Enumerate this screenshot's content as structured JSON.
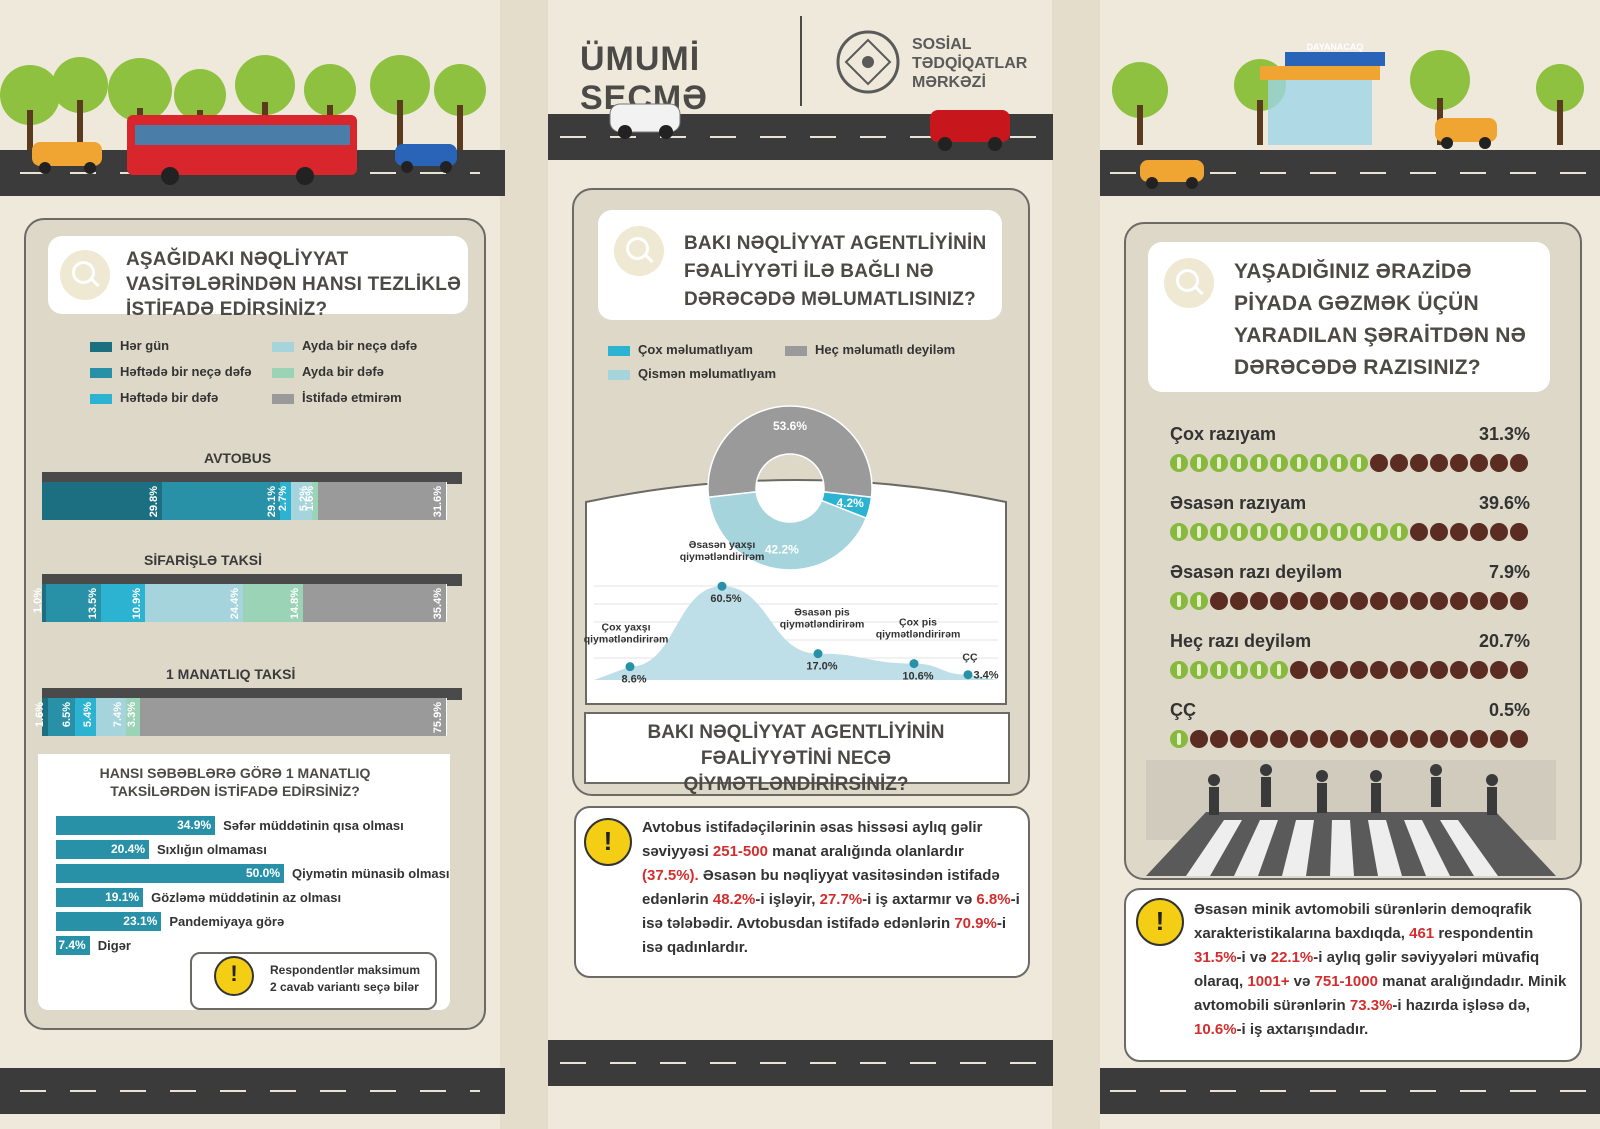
{
  "header": {
    "title": "ÜMUMİ SEÇMƏ",
    "org_line1": "SOSİAL",
    "org_line2": "TƏDQİQATLAR",
    "org_line3": "MƏRKƏZİ",
    "bus_stop_sign": "DAYANACAQ"
  },
  "left": {
    "question": "AŞAĞIDAKI NƏQLİYYAT VASİTƏLƏRİNDƏN HANSI TEZLİKLƏ İSTİFADƏ EDİRSİNİZ?",
    "legend": [
      "Hər gün",
      "Həftədə bir neçə dəfə",
      "Həftədə bir dəfə",
      "Ayda bir neçə dəfə",
      "Ayda bir dəfə",
      "İstifadə etmirəm"
    ],
    "colors": [
      "#1b6f80",
      "#2891a8",
      "#2bb3d1",
      "#a5d4dc",
      "#9ad3b5",
      "#9a9a9a"
    ],
    "reasons_question": "HANSI SƏBƏBLƏRƏ GÖRƏ 1 MANATLIQ TAKSİLƏRDƏN İSTİFADƏ EDİRSİNİZ?",
    "note": "Respondentlər maksimum 2 cavab variantı seçə bilər"
  },
  "middle": {
    "question": "BAKI NƏQLİYYAT AGENTLİYİNİN FƏALİYYƏTİ İLƏ BAĞLI NƏ DƏRƏCƏDƏ MƏLUMATLISINIZ?",
    "legend": [
      "Çox məlumatlıyam",
      "Heç məlumatlı deyiləm",
      "Qismən məlumatlıyam"
    ],
    "legend_colors": [
      "#2bb3d1",
      "#9a9a9a",
      "#a5d4dc"
    ],
    "rating_question": "BAKI NƏQLİYYAT AGENTLİYİNİN FƏALİYYƏTİNİ NECƏ QİYMƏTLƏNDİRİRSİNİZ?",
    "note": {
      "p1": "Avtobus istifadəçilərinin əsas hissəsi aylıq gəlir səviyyəsi",
      "r1": "251-500",
      "p2": "manat aralığında olanlardır",
      "r2": "(37.5%).",
      "p3": "Əsasən bu nəqliyyat vasitəsindən istifadə edənlərin",
      "r3": "48.2%",
      "p4": "-i işləyir,",
      "r4": "27.7%",
      "p5": "-i iş axtarmır və",
      "r5": "6.8%",
      "p6": "-i isə tələbədir. Avtobusdan istifadə edənlərin",
      "r6": "70.9%",
      "p7": "-i isə qadınlardır."
    }
  },
  "right": {
    "question": "YAŞADIĞINIZ ƏRAZİDƏ PİYADA GƏZMƏK ÜÇÜN YARADILAN ŞƏRAİTDƏN NƏ DƏRƏCƏDƏ RAZISINIZ?",
    "note": {
      "p1": "Əsasən minik avtomobili sürənlərin demoqrafik xarakteristikalarına baxdıqda,",
      "r1": "461",
      "p2": "respondentin",
      "r2": "31.5%",
      "p3": "-i və",
      "r3": "22.1%",
      "p4": "-i aylıq gəlir səviyyələri müvafiq olaraq,",
      "r4": "1001+",
      "p5": "və",
      "r5": "751-1000",
      "p6": "manat aralığındadır. Minik avtomobili sürənlərin",
      "r6": "73.3%",
      "p7": "-i hazırda işləsə də,",
      "r7": "10.6%",
      "p8": "-i iş axtarışındadır."
    }
  },
  "chart_data": [
    {
      "type": "bar",
      "stacked": true,
      "categories": [
        "AVTOBUS",
        "SİFARİŞLƏ TAKSİ",
        "1 MANATLIQ TAKSİ"
      ],
      "series": [
        {
          "name": "Hər gün",
          "values": [
            29.8,
            1.0,
            1.6
          ],
          "labels": [
            "29.8%",
            "1.0%",
            "1.6%"
          ]
        },
        {
          "name": "Həftədə bir neçə dəfə",
          "values": [
            29.1,
            13.5,
            6.5
          ],
          "labels": [
            "29.1%",
            "13.5%",
            "6.5%"
          ]
        },
        {
          "name": "Həftədə bir dəfə",
          "values": [
            2.7,
            10.9,
            5.4
          ],
          "labels": [
            "2.7%",
            "10.9%",
            "5.4%"
          ]
        },
        {
          "name": "Ayda bir neçə dəfə",
          "values": [
            5.2,
            24.4,
            7.4
          ],
          "labels": [
            "5.2%",
            "24.4%",
            "7.4%"
          ]
        },
        {
          "name": "Ayda bir dəfə",
          "values": [
            1.6,
            14.8,
            3.3
          ],
          "labels": [
            "1.6%",
            "14.8%",
            "3.3%"
          ]
        },
        {
          "name": "İstifadə etmirəm",
          "values": [
            31.6,
            35.4,
            75.9
          ],
          "labels": [
            "31.6%",
            "35.4%",
            "75.9%"
          ]
        }
      ]
    },
    {
      "type": "bar",
      "categories": [
        "Səfər müddətinin qısa olması",
        "Sıxlığın olmaması",
        "Qiymətin münasib olması",
        "Gözləmə müddətinin az olması",
        "Pandemiyaya görə",
        "Digər"
      ],
      "values": [
        34.9,
        20.4,
        50.0,
        19.1,
        23.1,
        7.4
      ],
      "value_labels": [
        "34.9%",
        "20.4%",
        "50.0%",
        "19.1%",
        "23.1%",
        "7.4%"
      ]
    },
    {
      "type": "pie",
      "categories": [
        "Heç məlumatlı deyiləm",
        "Çox məlumatlıyam",
        "Qismən məlumatlıyam"
      ],
      "values": [
        53.6,
        4.2,
        42.2
      ],
      "value_labels": [
        "53.6%",
        "4.2%",
        "42.2%"
      ]
    },
    {
      "type": "area",
      "categories": [
        [
          "Çox yaxşı",
          "qiymətləndirirəm"
        ],
        [
          "Əsasən yaxşı",
          "qiymətləndirirəm"
        ],
        [
          "Əsasən pis",
          "qiymətləndirirəm"
        ],
        [
          "Çox pis",
          "qiymətləndirirəm"
        ],
        [
          "ÇÇ"
        ]
      ],
      "values": [
        8.6,
        60.5,
        17.0,
        10.6,
        3.4
      ],
      "value_labels": [
        "8.6%",
        "60.5%",
        "17.0%",
        "10.6%",
        "3.4%"
      ]
    },
    {
      "type": "bar",
      "categories": [
        "Çox razıyam",
        "Əsasən razıyam",
        "Əsasən razı deyiləm",
        "Heç razı deyiləm",
        "ÇÇ"
      ],
      "values": [
        31.3,
        39.6,
        7.9,
        20.7,
        0.5
      ],
      "value_labels": [
        "31.3%",
        "39.6%",
        "7.9%",
        "20.7%",
        "0.5%"
      ]
    }
  ]
}
